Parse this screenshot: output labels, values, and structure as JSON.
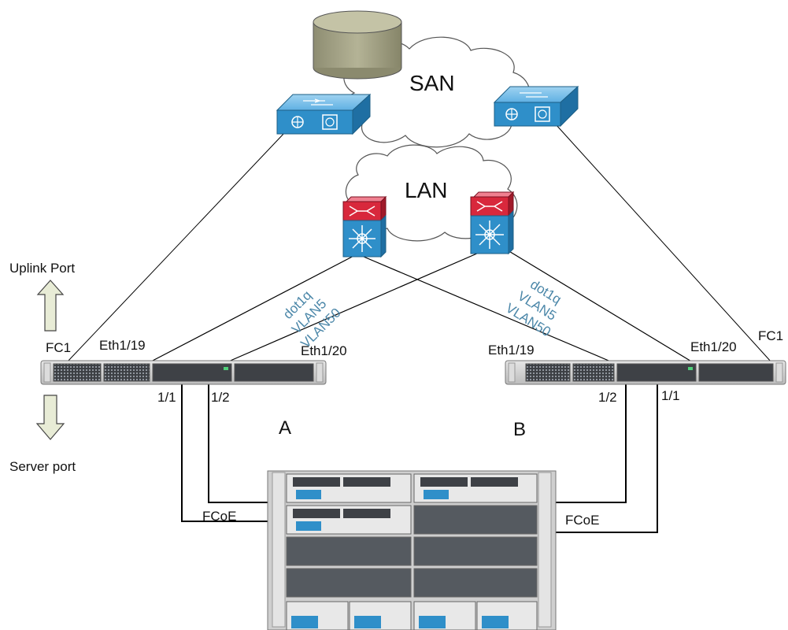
{
  "clouds": {
    "san": "SAN",
    "lan": "LAN"
  },
  "legend": {
    "uplink": "Uplink Port",
    "server": "Server port"
  },
  "fabric_a": {
    "name": "A",
    "fc_port": "FC1",
    "eth_left": "Eth1/19",
    "eth_right": "Eth1/20",
    "server_port_1": "1/1",
    "server_port_2": "1/2",
    "fcoe": "FCoE",
    "trunk": [
      "dot1q",
      "VLAN5",
      "VLAN50"
    ]
  },
  "fabric_b": {
    "name": "B",
    "fc_port": "FC1",
    "eth_left": "Eth1/19",
    "eth_right": "Eth1/20",
    "server_port_1": "1/1",
    "server_port_2": "1/2",
    "fcoe": "FCoE",
    "trunk": [
      "dot1q",
      "VLAN5",
      "VLAN50"
    ]
  },
  "colors": {
    "switch_blue": "#2f8fc9",
    "router_red": "#d8283c",
    "storage": "#a9a88a",
    "chassis_grey": "#c9c9c9",
    "vlan_text": "#4a86a8",
    "link": "#000000"
  }
}
